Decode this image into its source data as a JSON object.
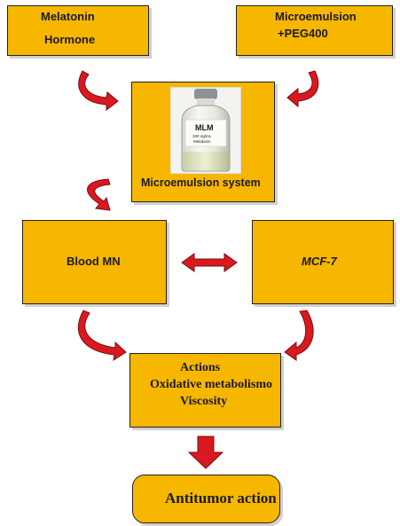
{
  "nodes": {
    "melatonin_line1": "Melatonin",
    "melatonin_line2": "Hormone",
    "microemulsion_line1": "Microemulsion",
    "microemulsion_line2": "+PEG400",
    "system_label": "Microemulsion system",
    "vial_label_main": "MLM",
    "vial_label_sub1": "100 ng/mL",
    "vial_label_sub2": "Melatonin",
    "blood_label": "Blood MN",
    "mcf_label": "MCF-7",
    "actions_line1": "Actions",
    "actions_line2": "Oxidative  metabolismo",
    "actions_line3": "Viscosity",
    "antitumor_label": "Antitumor action"
  },
  "colors": {
    "box_fill": "#f7b600",
    "arrow_fill": "#d8191f",
    "border": "#222222"
  },
  "icons": {
    "curved_arrows": "curved-arrow-icon",
    "double_arrow": "double-headed-arrow-icon",
    "down_arrow": "down-arrow-icon",
    "vial": "vial-photo-icon"
  }
}
